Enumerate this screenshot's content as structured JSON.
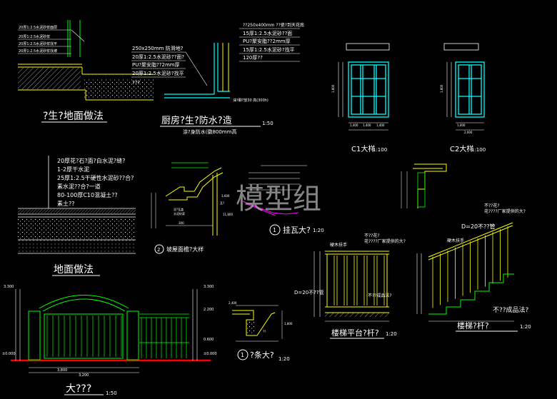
{
  "watermark": "模型组",
  "colors": {
    "background": "#000000",
    "text": "#ffffff",
    "line_yellow": "#ffff00",
    "line_green": "#00ff00",
    "line_cyan": "#00ffff",
    "line_red": "#ff0000",
    "line_magenta": "#ff00ff",
    "watermark": "#b0b0b0"
  },
  "bathroom_floor": {
    "title": "?生?地面做法",
    "notes": [
      "20厚1:2.5水泥砂浆面层",
      "20厚1:2.5水泥砂浆",
      "20厚1:2.5水泥砂浆找平",
      "20厚1:2.5水泥砂浆找坡"
    ]
  },
  "kitchen_waterproof": {
    "title": "厨房?生?防水?造",
    "scale": "1:50",
    "subtitle": "涂?身防水(徽800mm高",
    "notes": [
      "250x250mm 防滑地?",
      "20厚1:2.5水泥砂??面?",
      "PU?聚安脂??2mm厚",
      "20厚1:2.5水泥砂?找平",
      "???"
    ],
    "wall_notes": [
      "??250x400mm ??瓷?到天花底",
      "15厚1:2.5水泥砂??面",
      "PU?聚安脂??2mm厚",
      "15厚1:2.5水泥砂?找平",
      "120厚??"
    ],
    "bottom_note": "油?聊?放30 高(300h)"
  },
  "window_c1": {
    "label": "C1大样",
    "scale": "1:100",
    "dims_bottom": [
      "1,400",
      "1,400",
      "1,400"
    ],
    "dim_side": "1,800"
  },
  "window_c2": {
    "label": "C2大样",
    "scale": "1:100",
    "dims_bottom": [
      "1,000",
      "2,000"
    ],
    "dim_side": "1,800"
  },
  "ground_floor": {
    "title": "地面做法",
    "notes": [
      "20厚花?石?面?白水泥?缝?",
      "1-2厚干水泥",
      "25厚1:2.5干硬性水泥砂??合?",
      "素水泥??合?一道",
      "80-100厚C10混凝土??",
      "素土??"
    ]
  },
  "eaves_detail": {
    "label": "坡屋面檐?大样",
    "marker": "2",
    "dims": [
      "300",
      "3,600",
      "11,800"
    ],
    "label_small": [
      "泥?瓦盖",
      "水泥砂浆",
      "瓦?"
    ]
  },
  "tile_detail": {
    "label": "挂瓦大?",
    "scale": "1:20",
    "marker": "1"
  },
  "railing_platform": {
    "label": "楼梯平台?杆?",
    "scale": "1:20",
    "top_note": "硬木扶手",
    "callout": "不??花?",
    "callout2": "花????厂家提供的大?",
    "side_note": "D=20不??管",
    "product_note": "不??成品法?"
  },
  "railing_stair": {
    "label": "楼梯?杆?",
    "scale": "1:20",
    "top_note": "硬木扶手",
    "callout": "不??花?",
    "callout2": "花????厂家提供的大?",
    "side_note": "D=20不??管",
    "product_note": "不??成品法?"
  },
  "small_detail": {
    "label": "?条大?",
    "scale": "1:20",
    "marker": "1",
    "dims": [
      "2,400",
      "??",
      "1,800"
    ]
  },
  "gate": {
    "title": "大???",
    "scale": "1:50",
    "levels_left": [
      "3.300",
      "±0.000"
    ],
    "levels_right": [
      "3.300",
      "2.200",
      "0.600",
      "±0.000"
    ],
    "dims_bottom": [
      "3,800",
      "3,200"
    ]
  }
}
